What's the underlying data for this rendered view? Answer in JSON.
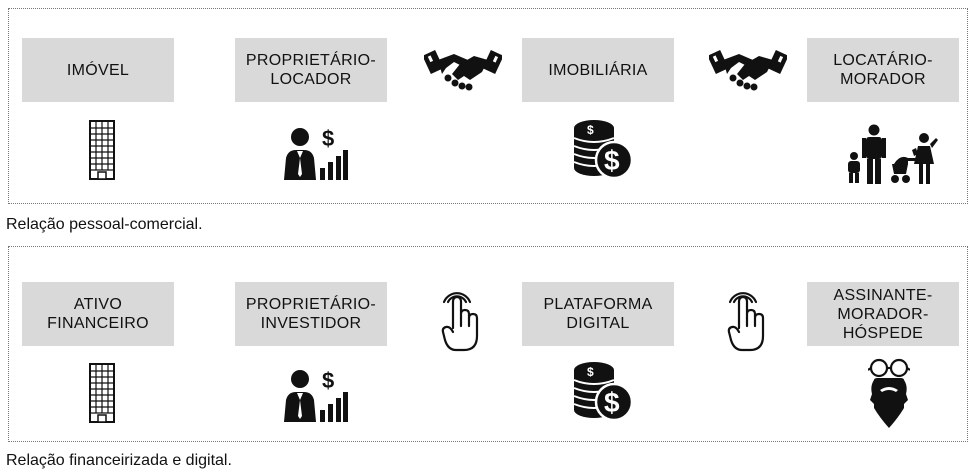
{
  "top": {
    "boxes": [
      {
        "line1": "IMÓVEL",
        "line2": ""
      },
      {
        "line1": "PROPRIETÁRIO-",
        "line2": "LOCADOR"
      },
      {
        "line1": "IMOBILIÁRIA",
        "line2": ""
      },
      {
        "line1": "LOCATÁRIO-",
        "line2": "MORADOR"
      }
    ],
    "caption": "Relação pessoal-comercial.",
    "icons": [
      "building-icon",
      "investor-icon",
      "handshake-icon",
      "coins-icon",
      "handshake-icon",
      "family-icon"
    ]
  },
  "bottom": {
    "boxes": [
      {
        "line1": "ATIVO",
        "line2": "FINANCEIRO"
      },
      {
        "line1": "PROPRIETÁRIO-",
        "line2": "INVESTIDOR"
      },
      {
        "line1": "PLATAFORMA",
        "line2": "DIGITAL"
      },
      {
        "line1": "ASSINANTE-",
        "line2": "MORADOR-",
        "line3": "HÓSPEDE"
      }
    ],
    "caption": "Relação financeirizada e digital.",
    "icons": [
      "building-icon",
      "investor-icon",
      "tap-icon",
      "coins-icon",
      "tap-icon",
      "hipster-icon"
    ]
  }
}
